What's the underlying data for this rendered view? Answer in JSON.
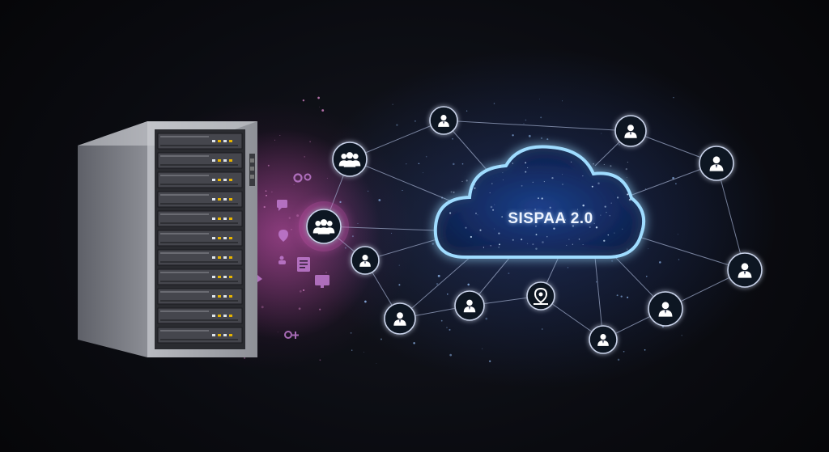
{
  "cloud": {
    "label": "SISPAA 2.0"
  },
  "colors": {
    "background": "#07080c",
    "cloud_glow": "#8fd0ff",
    "network_line": "#9aa6c4",
    "node_ring": "#c9d3ea",
    "server_body": "#9a9ca3",
    "magenta_glow": "#c04aa8"
  },
  "icons": [
    "server-rack",
    "cloud",
    "user-icon",
    "user-group-icon",
    "gear-icon",
    "chat-icon",
    "document-icon",
    "monitor-icon",
    "location-pin-icon"
  ]
}
